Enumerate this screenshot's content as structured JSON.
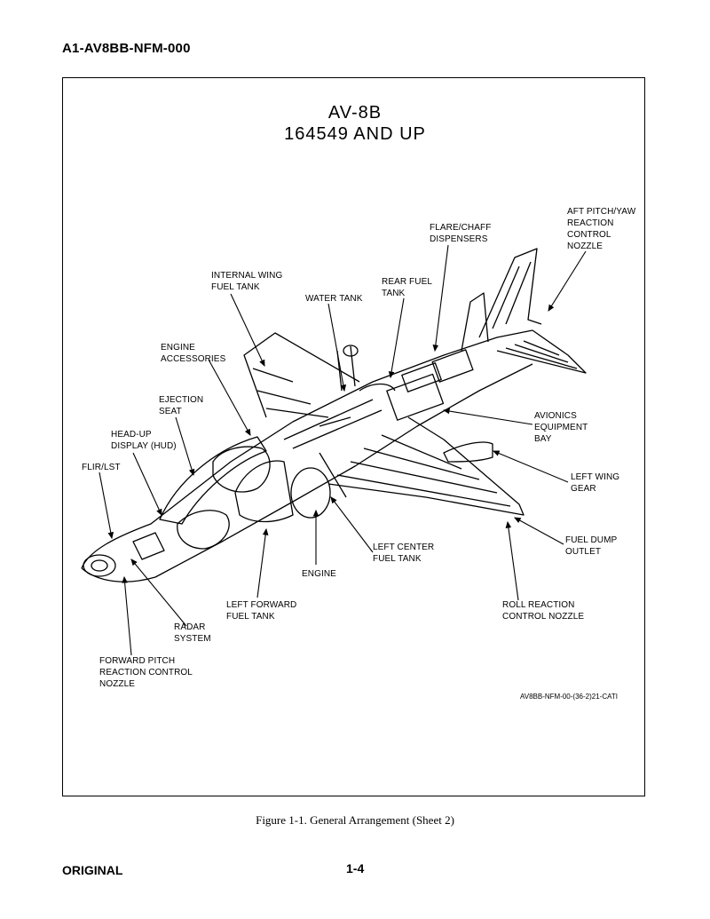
{
  "document": {
    "id": "A1-AV8BB-NFM-000",
    "status": "ORIGINAL",
    "page": "1-4"
  },
  "figure": {
    "title_line1": "AV-8B",
    "title_line2": "164549 AND UP",
    "caption": "Figure 1-1.  General Arrangement (Sheet 2)",
    "drawing_number": "AV8BB-NFM-00-(36-2)21-CATI"
  },
  "labels": {
    "aft_pitch_yaw": "AFT PITCH/YAW\nREACTION\nCONTROL\nNOZZLE",
    "flare_chaff": "FLARE/CHAFF\nDISPENSERS",
    "internal_wing_fuel": "INTERNAL WING\nFUEL TANK",
    "rear_fuel_tank": "REAR FUEL\nTANK",
    "water_tank": "WATER TANK",
    "engine_accessories": "ENGINE\nACCESSORIES",
    "ejection_seat": "EJECTION\nSEAT",
    "hud": "HEAD-UP\nDISPLAY (HUD)",
    "flir": "FLIR/LST",
    "avionics_bay": "AVIONICS\nEQUIPMENT\nBAY",
    "left_wing_gear": "LEFT WING\nGEAR",
    "fuel_dump": "FUEL DUMP\nOUTLET",
    "left_center_fuel": "LEFT CENTER\nFUEL TANK",
    "engine": "ENGINE",
    "left_forward_fuel": "LEFT FORWARD\nFUEL TANK",
    "roll_reaction": "ROLL REACTION\nCONTROL NOZZLE",
    "radar": "RADAR\nSYSTEM",
    "forward_pitch": "FORWARD PITCH\nREACTION CONTROL\nNOZZLE"
  }
}
